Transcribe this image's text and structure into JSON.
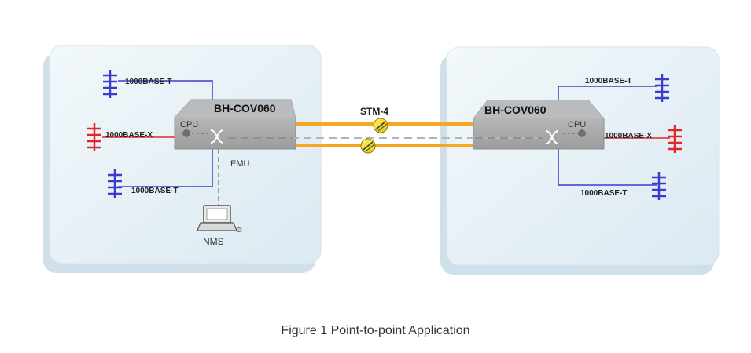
{
  "left_site": {
    "device_label": "BH-COV060",
    "cpu_label": "CPU",
    "emu_label": "EMU",
    "nms_label": "NMS",
    "port_top": "1000BASE-T",
    "port_mid": "1000BASE-X",
    "port_bottom": "1000BASE-T"
  },
  "right_site": {
    "device_label": "BH-COV060",
    "cpu_label": "CPU",
    "port_top": "1000BASE-T",
    "port_mid": "1000BASE-X",
    "port_bottom": "1000BASE-T"
  },
  "link_label": "STM-4",
  "caption": "Figure 1 Point-to-point Application",
  "colors": {
    "copper_port": "#3c3ccc",
    "fiber_port": "#e02828",
    "stm_link": "#f5a623",
    "device_body": "#a7a9ab",
    "site_panel": "#e4f0f6"
  }
}
